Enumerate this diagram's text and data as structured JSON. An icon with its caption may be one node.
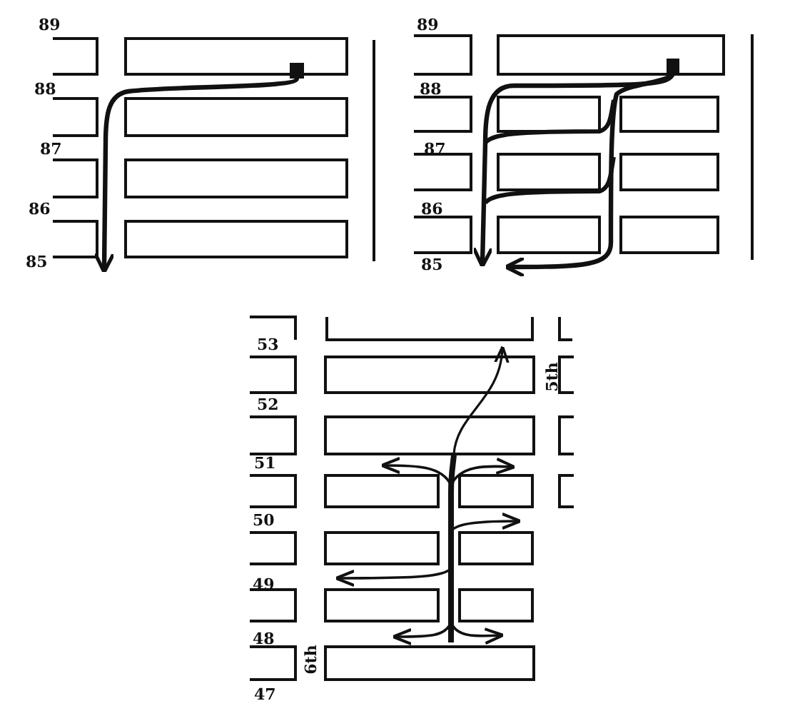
{
  "diagram": {
    "nodes": [
      {
        "text": [],
        "shape": "box"
      },
      {
        "text": [],
        "shape": "box"
      }
    ],
    "edges": [
      {
        "from": 0,
        "to": null,
        "arrow": "to"
      },
      {
        "from": 1,
        "to": null,
        "arrow": "to"
      },
      {
        "from": 1,
        "to": null,
        "arrow": "to"
      }
    ],
    "labels": [
      "89",
      "89",
      "88",
      "88",
      "87",
      "87",
      "86",
      "86",
      "85",
      "85",
      "53",
      "5th",
      "52",
      "51",
      "50",
      "49",
      "48",
      "6th",
      "47"
    ]
  }
}
